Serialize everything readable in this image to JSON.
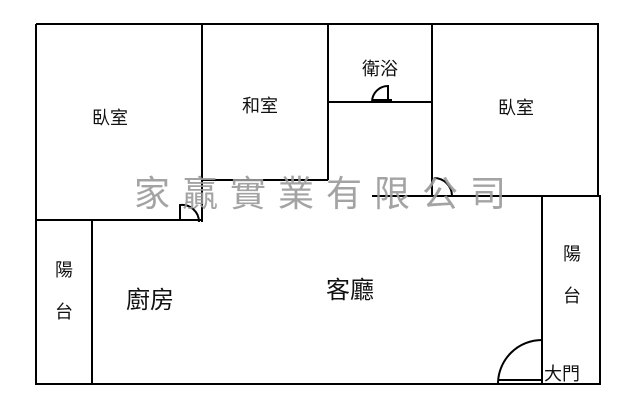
{
  "rooms": {
    "bedroom_left": "臥室",
    "japanese_room": "和室",
    "bathroom": "衛浴",
    "bedroom_right": "臥室",
    "balcony_left": "陽台",
    "kitchen": "廚房",
    "living_room": "客廳",
    "balcony_right": "陽台",
    "main_door": "大門"
  },
  "watermark": "家贏實業有限公司",
  "colors": {
    "wall": "#000000",
    "background": "#ffffff",
    "watermark": "#9a9a9a"
  }
}
